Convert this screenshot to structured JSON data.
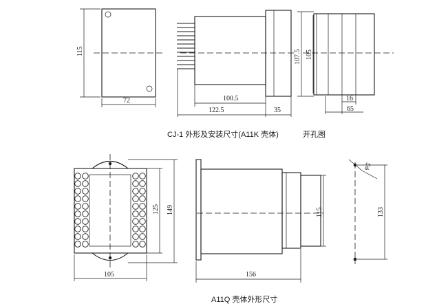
{
  "captions": {
    "top_title": "CJ-1 外形及安装尺寸(A11K 壳体)",
    "top_cutout": "开孔图",
    "bottom_title": "A11Q 壳体外形尺寸"
  },
  "dimensions": {
    "a11k_front_height": "115",
    "a11k_front_width": "72",
    "a11k_side_body_length": "100.5",
    "a11k_side_total_length": "122.5",
    "a11k_side_front_depth": "35",
    "a11k_cutout_outer_height": "107.5",
    "a11k_cutout_inner_height": "105",
    "a11k_cutout_slot": "16",
    "a11k_cutout_width": "65",
    "a11q_front_height_inner": "125",
    "a11q_front_height_outer": "149",
    "a11q_front_width": "105",
    "a11q_side_height": "115",
    "a11q_side_length": "156",
    "a11q_cutout_hole": "φ5",
    "a11q_cutout_height": "133"
  }
}
